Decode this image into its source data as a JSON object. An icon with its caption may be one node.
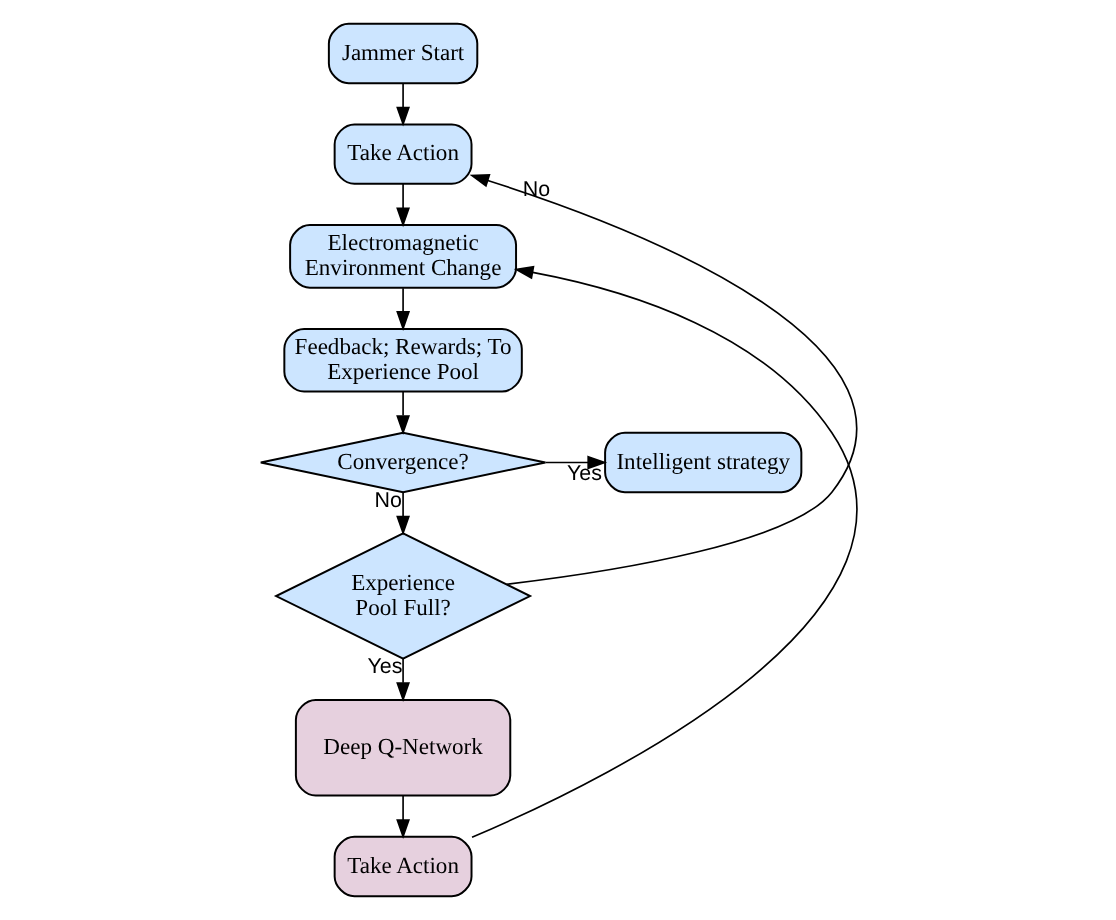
{
  "diagram": {
    "nodes": [
      {
        "text": [
          "Jammer Start"
        ]
      },
      {
        "text": [
          "Take Action"
        ]
      },
      {
        "text": [
          "Electromagnetic Environment Change"
        ]
      },
      {
        "text": [
          "Feedback; Rewards; To Experience Pool"
        ]
      },
      {
        "text": [
          "Convergence?"
        ]
      },
      {
        "text": [
          "Experience Pool Full?"
        ]
      },
      {
        "text": [
          "Deep Q-Network"
        ]
      },
      {
        "text": [
          "Take Action"
        ]
      },
      {
        "text": [
          "Intelligent strategy"
        ]
      }
    ],
    "edges": [
      {
        "from": 0,
        "to": 1,
        "arrow": "to"
      },
      {
        "from": 1,
        "to": 2,
        "arrow": "to"
      },
      {
        "from": 2,
        "to": 3,
        "arrow": "to"
      },
      {
        "from": 3,
        "to": 4,
        "arrow": "to"
      },
      {
        "from": 4,
        "to": 5,
        "arrow": "to",
        "label": "No"
      },
      {
        "from": 4,
        "to": 8,
        "arrow": "to",
        "label": "Yes"
      },
      {
        "from": 5,
        "to": 6,
        "arrow": "to",
        "label": "Yes"
      },
      {
        "from": 6,
        "to": 7,
        "arrow": "to"
      },
      {
        "from": 7,
        "to": 2,
        "arrow": "to"
      },
      {
        "from": 5,
        "to": 1,
        "arrow": "to",
        "label": "No"
      }
    ]
  }
}
